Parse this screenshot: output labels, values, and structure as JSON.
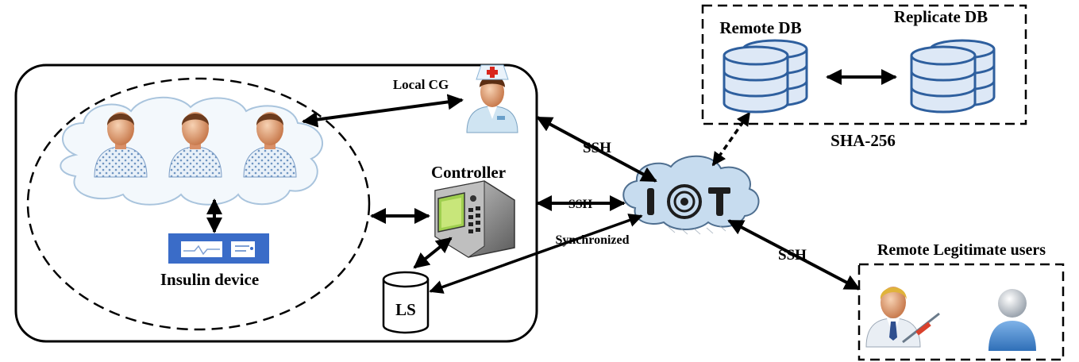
{
  "labels": {
    "local_cg": "Local CG",
    "controller": "Controller",
    "insulin_device": "Insulin device",
    "ls": "LS",
    "remote_db": "Remote DB",
    "replicate_db": "Replicate DB",
    "sha": "SHA-256",
    "iot": "IOT",
    "remote_users": "Remote Legitimate users",
    "ssh_top": "SSH",
    "ssh_mid": "SSH",
    "ssh_bottom": "SSH",
    "synchronized": "Synchronized"
  },
  "colors": {
    "db_fill": "#dde8f6",
    "db_stroke": "#2e5f9e",
    "cloud_fill": "#c7dcef",
    "device_blue": "#3a6cc8",
    "skin": "#e9a67a",
    "gown": "#b9cfe6"
  }
}
